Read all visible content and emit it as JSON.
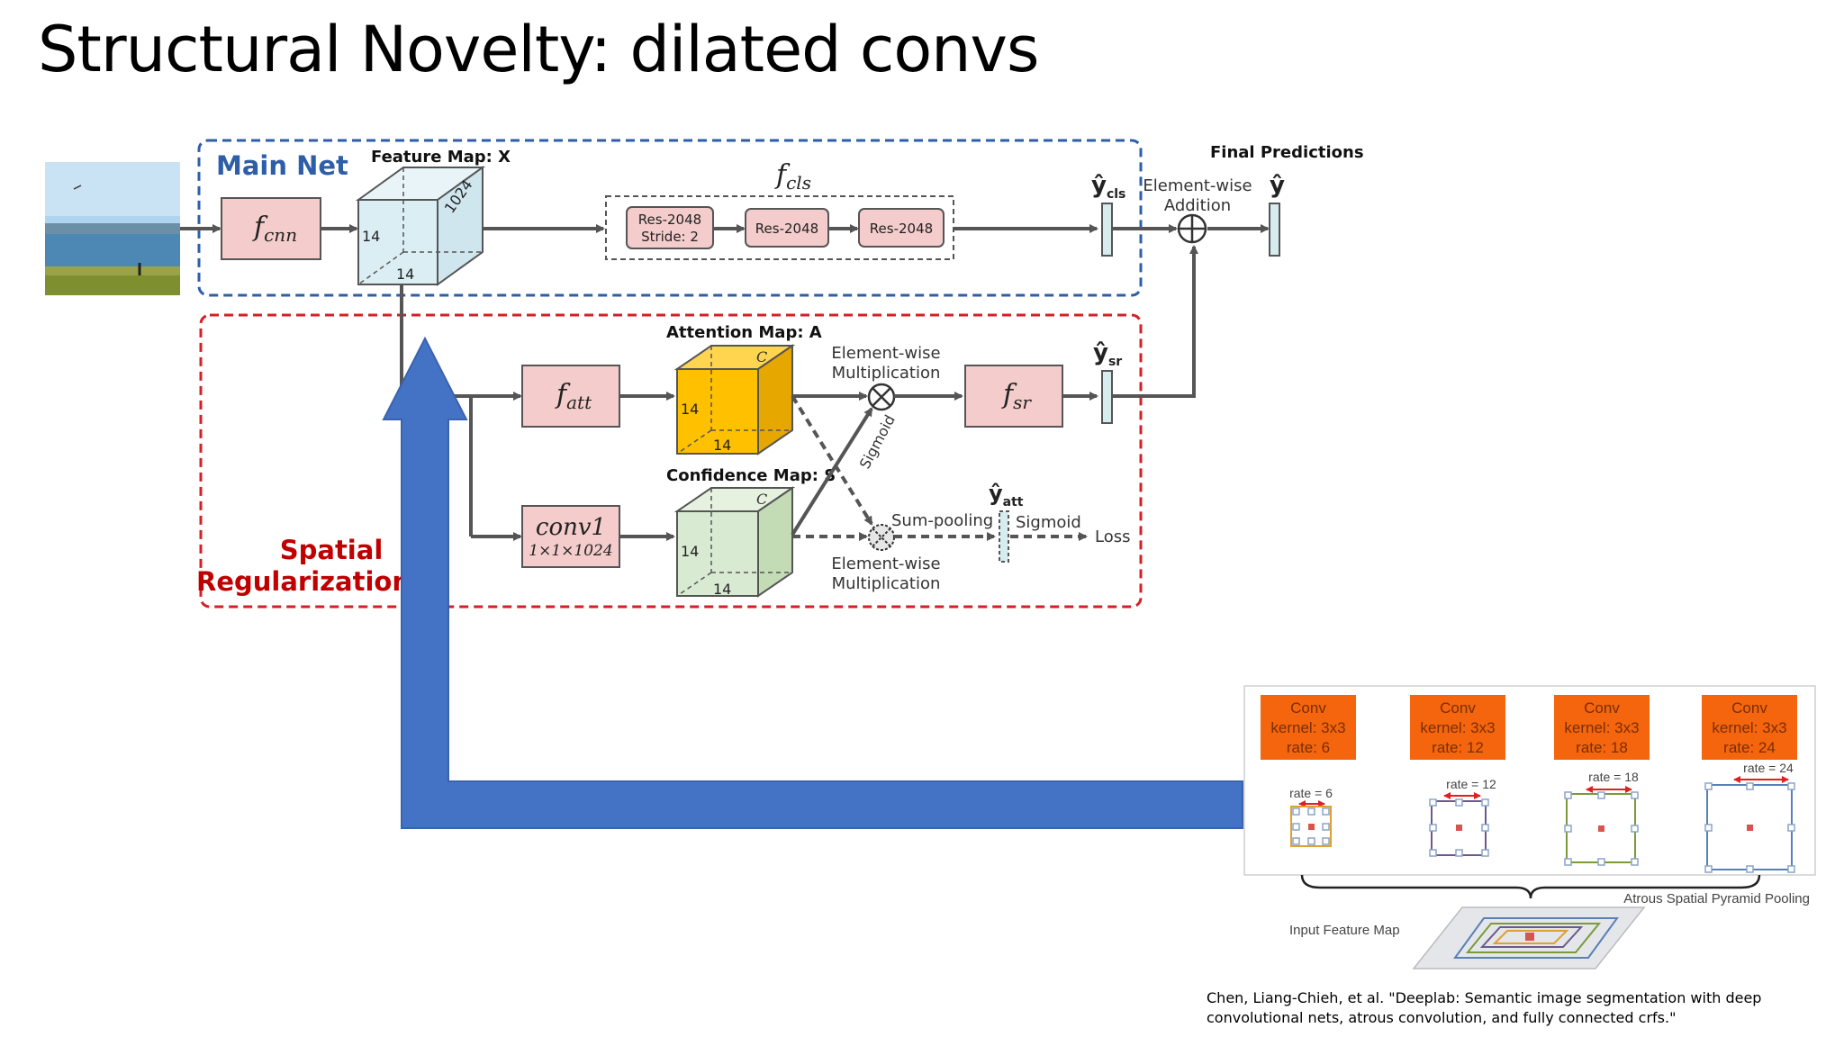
{
  "title": "Structural Novelty: dilated convs",
  "citation": "Chen, Liang-Chieh, et al. \"Deeplab: Semantic image segmentation with deep convolutional nets, atrous convolution, and fully connected crfs.\"",
  "colors": {
    "main_net_border": "#2e5ea8",
    "spatial_reg_border": "#d32027",
    "arrow_blue": "#4472c4",
    "block_fill": "#f4cccc",
    "attention_fill": "#ffc000",
    "confidence_fill": "#d9ead3",
    "feature_fill": "#dbeef4",
    "aspp_orange": "#f4650d"
  },
  "diagram": {
    "main_net_label": "Main Net",
    "spatial_reg_label_1": "Spatial",
    "spatial_reg_label_2": "Regularization",
    "feature_map_label": "Feature Map: X",
    "fcnn": {
      "main": "f",
      "sub": "cnn"
    },
    "feature_dims": {
      "depth": "1024",
      "height": "14",
      "width": "14"
    },
    "fcls": {
      "main": "f",
      "sub": "cls"
    },
    "res_blocks": [
      {
        "line1": "Res-2048",
        "line2": "Stride: 2"
      },
      {
        "line1": "Res-2048",
        "line2": ""
      },
      {
        "line1": "Res-2048",
        "line2": ""
      }
    ],
    "ycls": {
      "main": "ŷ",
      "sub": "cls"
    },
    "elementwise_addition_1": "Element-wise",
    "elementwise_addition_2": "Addition",
    "final_predictions": "Final Predictions",
    "yhat": "ŷ",
    "attention_map_label": "Attention Map: A",
    "fatt": {
      "main": "f",
      "sub": "att"
    },
    "attention_dims": {
      "c": "C",
      "h": "14",
      "w": "14"
    },
    "ew_mult_top_1": "Element-wise",
    "ew_mult_top_2": "Multiplication",
    "fsr": {
      "main": "f",
      "sub": "sr"
    },
    "ysr": {
      "main": "ŷ",
      "sub": "sr"
    },
    "sigmoid_diag": "Sigmoid",
    "confidence_map_label": "Confidence Map: S",
    "conv1": {
      "main": "conv1",
      "sub": "1×1×1024"
    },
    "confidence_dims": {
      "c": "C",
      "h": "14",
      "w": "14"
    },
    "sum_pooling": "Sum-pooling",
    "yatt": {
      "main": "ŷ",
      "sub": "att"
    },
    "sigmoid_bottom": "Sigmoid",
    "loss": "Loss",
    "ew_mult_bottom_1": "Element-wise",
    "ew_mult_bottom_2": "Multiplication"
  },
  "aspp": {
    "convs": [
      {
        "line1": "Conv",
        "line2": "kernel: 3x3",
        "line3": "rate: 6",
        "rate_label": "rate = 6"
      },
      {
        "line1": "Conv",
        "line2": "kernel: 3x3",
        "line3": "rate: 12",
        "rate_label": "rate = 12"
      },
      {
        "line1": "Conv",
        "line2": "kernel: 3x3",
        "line3": "rate: 18",
        "rate_label": "rate = 18"
      },
      {
        "line1": "Conv",
        "line2": "kernel: 3x3",
        "line3": "rate: 24",
        "rate_label": "rate = 24"
      }
    ],
    "aspp_label": "Atrous Spatial Pyramid Pooling",
    "input_feature_map": "Input Feature Map"
  }
}
